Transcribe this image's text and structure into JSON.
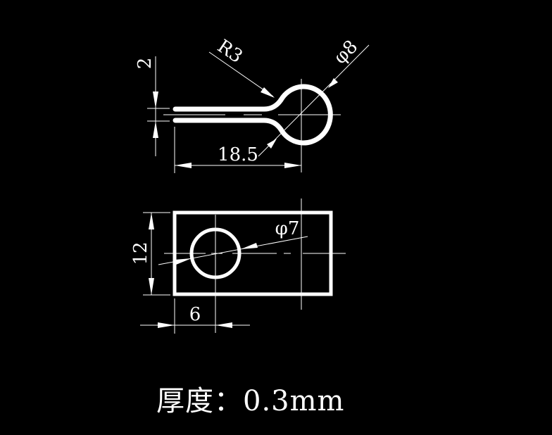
{
  "drawing": {
    "background": "#000000",
    "line_color": "#ffffff",
    "top_view": {
      "dimensions": {
        "gap": "2",
        "radius": "R3",
        "loop_diameter": "φ8",
        "length": "18.5"
      }
    },
    "front_view": {
      "dimensions": {
        "height": "12",
        "hole_diameter": "φ7",
        "hole_offset": "6"
      }
    },
    "caption": {
      "label": "厚度：",
      "value": "0.3mm"
    }
  }
}
